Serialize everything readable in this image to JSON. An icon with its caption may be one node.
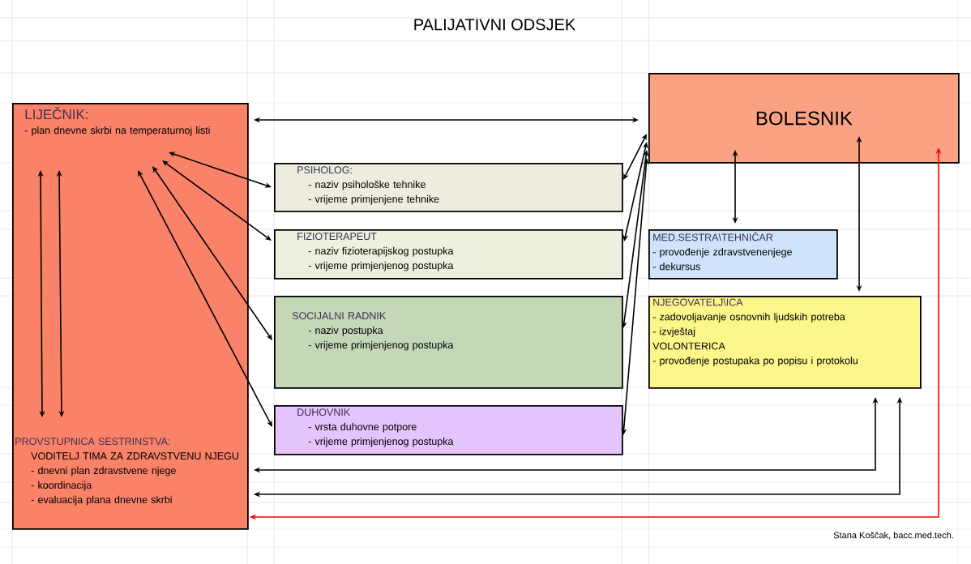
{
  "diagram": {
    "title": "PALIJATIVNI ODSJEK",
    "nodes": [
      {
        "text": [],
        "shape": "box"
      },
      {
        "text": [
          "LIJEČNIK:",
          "- plan dnevne skrbi na temperaturnoj listi"
        ],
        "in": 0
      },
      {
        "text": [
          "PROVSTUPNICA SESTRINSTVA:",
          "VODITELJ TIMA ZA ZDRAVSTVENU NJEGU",
          "- dnevni plan zdravstvene njege",
          "- koordinacija",
          "- evaluacija plana dnevne skrbi"
        ],
        "in": 0
      },
      {
        "text": [
          "BOLESNIK"
        ]
      },
      {
        "text": [
          "PSIHOLOG:",
          "- naziv psihološke tehnike",
          "- vrijeme primjenjene tehnike"
        ]
      },
      {
        "text": [
          "FIZIOTERAPEUT",
          "- naziv fizioterapijskog postupka",
          "- vrijeme primjenjenog postupka"
        ]
      },
      {
        "text": [
          "SOCIJALNI RADNIK",
          "- naziv postupka",
          "- vrijeme primjenjenog postupka"
        ]
      },
      {
        "text": [
          "DUHOVNIK",
          "- vrsta duhovne potpore",
          "- vrijeme primjenjenog postupka"
        ]
      },
      {
        "text": [
          "MED.SESTRA\\TEHNIČAR",
          "- provođenje zdravstvenenjege",
          "- dekursus"
        ]
      },
      {
        "text": [
          "NJEGOVATELJ\\ICA",
          "- zadovoljavanje osnovnih ljudskih potreba",
          "- izvještaj",
          "VOLONTERICA",
          "- provođenje postupaka po popisu i protokolu"
        ]
      }
    ],
    "edges": [
      {
        "from": 0,
        "to": 3,
        "arrow": "both"
      },
      {
        "from": 1,
        "to": 4,
        "arrow": "both"
      },
      {
        "from": 1,
        "to": 5,
        "arrow": "both"
      },
      {
        "from": 1,
        "to": 6,
        "arrow": "both"
      },
      {
        "from": 1,
        "to": 7,
        "arrow": "both"
      },
      {
        "from": 3,
        "to": 4,
        "arrow": "both"
      },
      {
        "from": 3,
        "to": 5,
        "arrow": "both"
      },
      {
        "from": 3,
        "to": 6,
        "arrow": "both"
      },
      {
        "from": 3,
        "to": 7,
        "arrow": "both"
      },
      {
        "from": 1,
        "to": 2,
        "arrow": "both"
      },
      {
        "from": 1,
        "to": 2,
        "arrow": "both"
      },
      {
        "from": 3,
        "to": 8,
        "arrow": "both"
      },
      {
        "from": 3,
        "to": 9,
        "arrow": "both"
      },
      {
        "from": 0,
        "to": 9,
        "arrow": "both"
      },
      {
        "from": 0,
        "to": 9,
        "arrow": "both"
      },
      {
        "from": 0,
        "to": 3,
        "arrow": "both",
        "color": "#ff0000"
      }
    ],
    "labels": [
      "Stana Koščak, bacc.med.tech."
    ]
  }
}
